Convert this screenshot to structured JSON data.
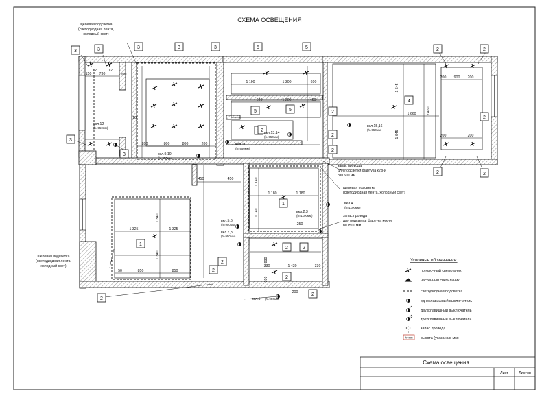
{
  "title": "СХЕМА ОСВЕЩЕНИЯ",
  "annotations": {
    "strip_light": "щелевая подсветка",
    "strip_light_detail": "(светодиодная лента,",
    "strip_light_detail2": "холодный свет)",
    "strip_light_detail_inline": "(светодиодная лента, холодный свет)",
    "wire_reserve": "запас провода",
    "wire_reserve_for": "для подсветки фартука кухни",
    "wire_reserve_height": "h=1500 мм."
  },
  "switches": [
    {
      "label": "вкл.12",
      "h": "(h=950мм)"
    },
    {
      "label": "вкл.9,10",
      "h": "(h=950мм)"
    },
    {
      "label": "вкл.11",
      "h": "(h=950мм)"
    },
    {
      "label": "вкл.13,14",
      "h": "(h=950мм)"
    },
    {
      "label": "вкл.15,16",
      "h": "(h=950мм)"
    },
    {
      "label": "вкл.4",
      "h": "(h=1100мм)"
    },
    {
      "label": "вкл.2,3",
      "h": "(h=1100мм)"
    },
    {
      "label": "вкл.5,6",
      "h": "(h=950мм)"
    },
    {
      "label": "вкл.7,8",
      "h": "(h=950мм)"
    },
    {
      "label": "вкл.1",
      "h": "(h=950мм)"
    }
  ],
  "tags": [
    "3",
    "3",
    "3",
    "3",
    "3",
    "3",
    "3",
    "5",
    "5",
    "5",
    "5",
    "2",
    "2",
    "2",
    "2",
    "2",
    "2",
    "2",
    "2",
    "2",
    "4",
    "2",
    "1",
    "1",
    "2",
    "2",
    "2",
    "2",
    "2",
    "2",
    "2"
  ],
  "dims": [
    "730",
    "150",
    "12",
    "12",
    "200",
    "10",
    "200",
    "800",
    "800",
    "200",
    "1 190",
    "1 300",
    "600",
    "640",
    "1 300",
    "450",
    "1 660",
    "1 645",
    "1 645",
    "2 460",
    "900",
    "200",
    "1 180",
    "1 180",
    "1 140",
    "1 140",
    "1 325",
    "1 325",
    "1 340",
    "1 340",
    "850",
    "850",
    "450",
    "450",
    "50",
    "250",
    "1 430",
    "330",
    "330",
    "930",
    "300",
    "200",
    "200",
    "200",
    "200"
  ],
  "legend": {
    "heading": "Условные обозначения:",
    "items": [
      {
        "icon": "ceiling-light-icon",
        "label": "потолочный светильник"
      },
      {
        "icon": "wall-light-icon",
        "label": "настенный светильник"
      },
      {
        "icon": "led-strip-icon",
        "label": "светодиодная подсветка"
      },
      {
        "icon": "single-switch-icon",
        "label": "одноклавишный выключатель"
      },
      {
        "icon": "double-switch-icon",
        "label": "двухклавишный выключатель"
      },
      {
        "icon": "triple-switch-icon",
        "label": "трехклавишный выключатель"
      },
      {
        "icon": "wire-reserve-icon",
        "label": "запас провода"
      },
      {
        "icon": "height-box-icon",
        "label": "высота (указана в мм)"
      }
    ],
    "height_sample": "h=мм"
  },
  "stamp": {
    "title": "Схема освещения",
    "sheet": "Лист",
    "sheets": "Листов"
  },
  "colors": {
    "line": "#111111",
    "hatch": "#9a9a9a",
    "accent": "#c0392b"
  }
}
